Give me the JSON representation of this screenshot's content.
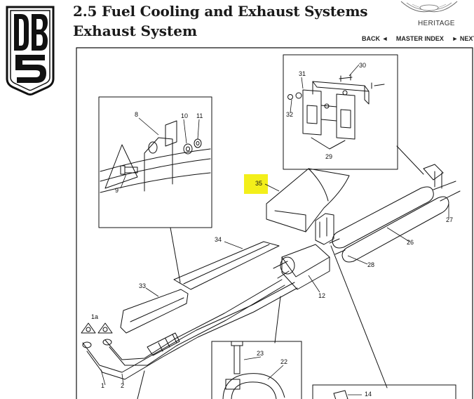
{
  "header": {
    "title": "2.5 Fuel Cooling and Exhaust Systems",
    "subtitle": "Exhaust System",
    "logo_text": "DB5",
    "brand": "HERITAGE",
    "nav": {
      "back": "BACK ◄",
      "master_index": "MASTER INDEX",
      "next": "► NEXT"
    }
  },
  "diagram": {
    "highlight_color": "#f3ef1a",
    "callouts": {
      "c1": "1",
      "c1a": "1a",
      "c2": "2",
      "c8": "8",
      "c9": "9",
      "c10": "10",
      "c11": "11",
      "c12": "12",
      "c14": "14",
      "c22": "22",
      "c23": "23",
      "c26": "26",
      "c27": "27",
      "c28": "28",
      "c29": "29",
      "c30": "30",
      "c31": "31",
      "c32": "32",
      "c33": "33",
      "c34": "34",
      "c35": "35"
    }
  }
}
